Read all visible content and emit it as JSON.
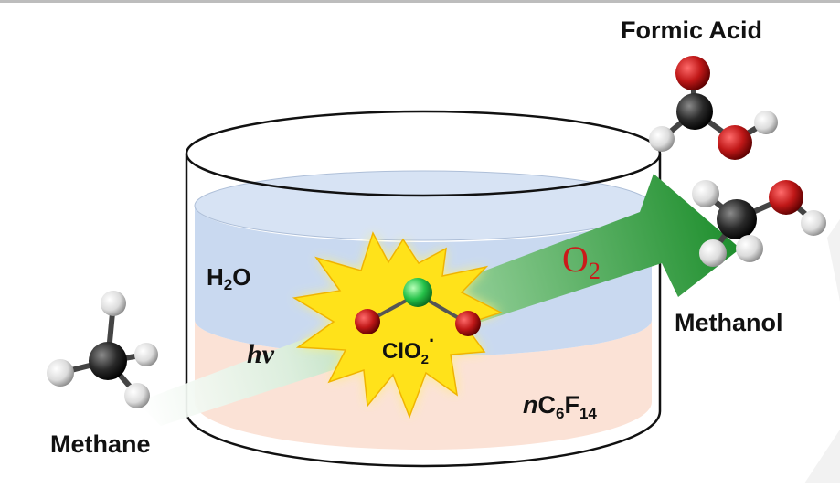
{
  "labels": {
    "formic_acid": "Formic Acid",
    "methanol": "Methanol",
    "methane": "Methane",
    "water_main": "H",
    "water_sub": "2",
    "water_end": "O",
    "photon": "hν",
    "oxygen_main": "O",
    "oxygen_sub": "2",
    "radical_main": "ClO",
    "radical_sub": "2",
    "radical_sup": "·",
    "solvent_n": "n",
    "solvent_c": "C",
    "solvent_c_sub": "6",
    "solvent_f": "F",
    "solvent_f_sub": "14"
  },
  "colors": {
    "water_phase": "#c9d9f0",
    "fluoro_phase": "#fbe2d6",
    "arrow_green": "#2e9a3a",
    "burst_fill": "#ffe21a",
    "burst_glow": "#fff27a",
    "oxygen_atom": "#c01818",
    "chlorine_atom": "#26c24a",
    "carbon_atom": "#222222",
    "hydrogen_atom": "#e8e8e8",
    "o2_text": "#cc1a1a"
  },
  "icons": {
    "methane": "methane-ball-and-stick-icon",
    "methanol": "methanol-ball-and-stick-icon",
    "formic_acid": "formic-acid-ball-and-stick-icon",
    "chlorine_dioxide": "chlorine-dioxide-molecule-icon"
  }
}
